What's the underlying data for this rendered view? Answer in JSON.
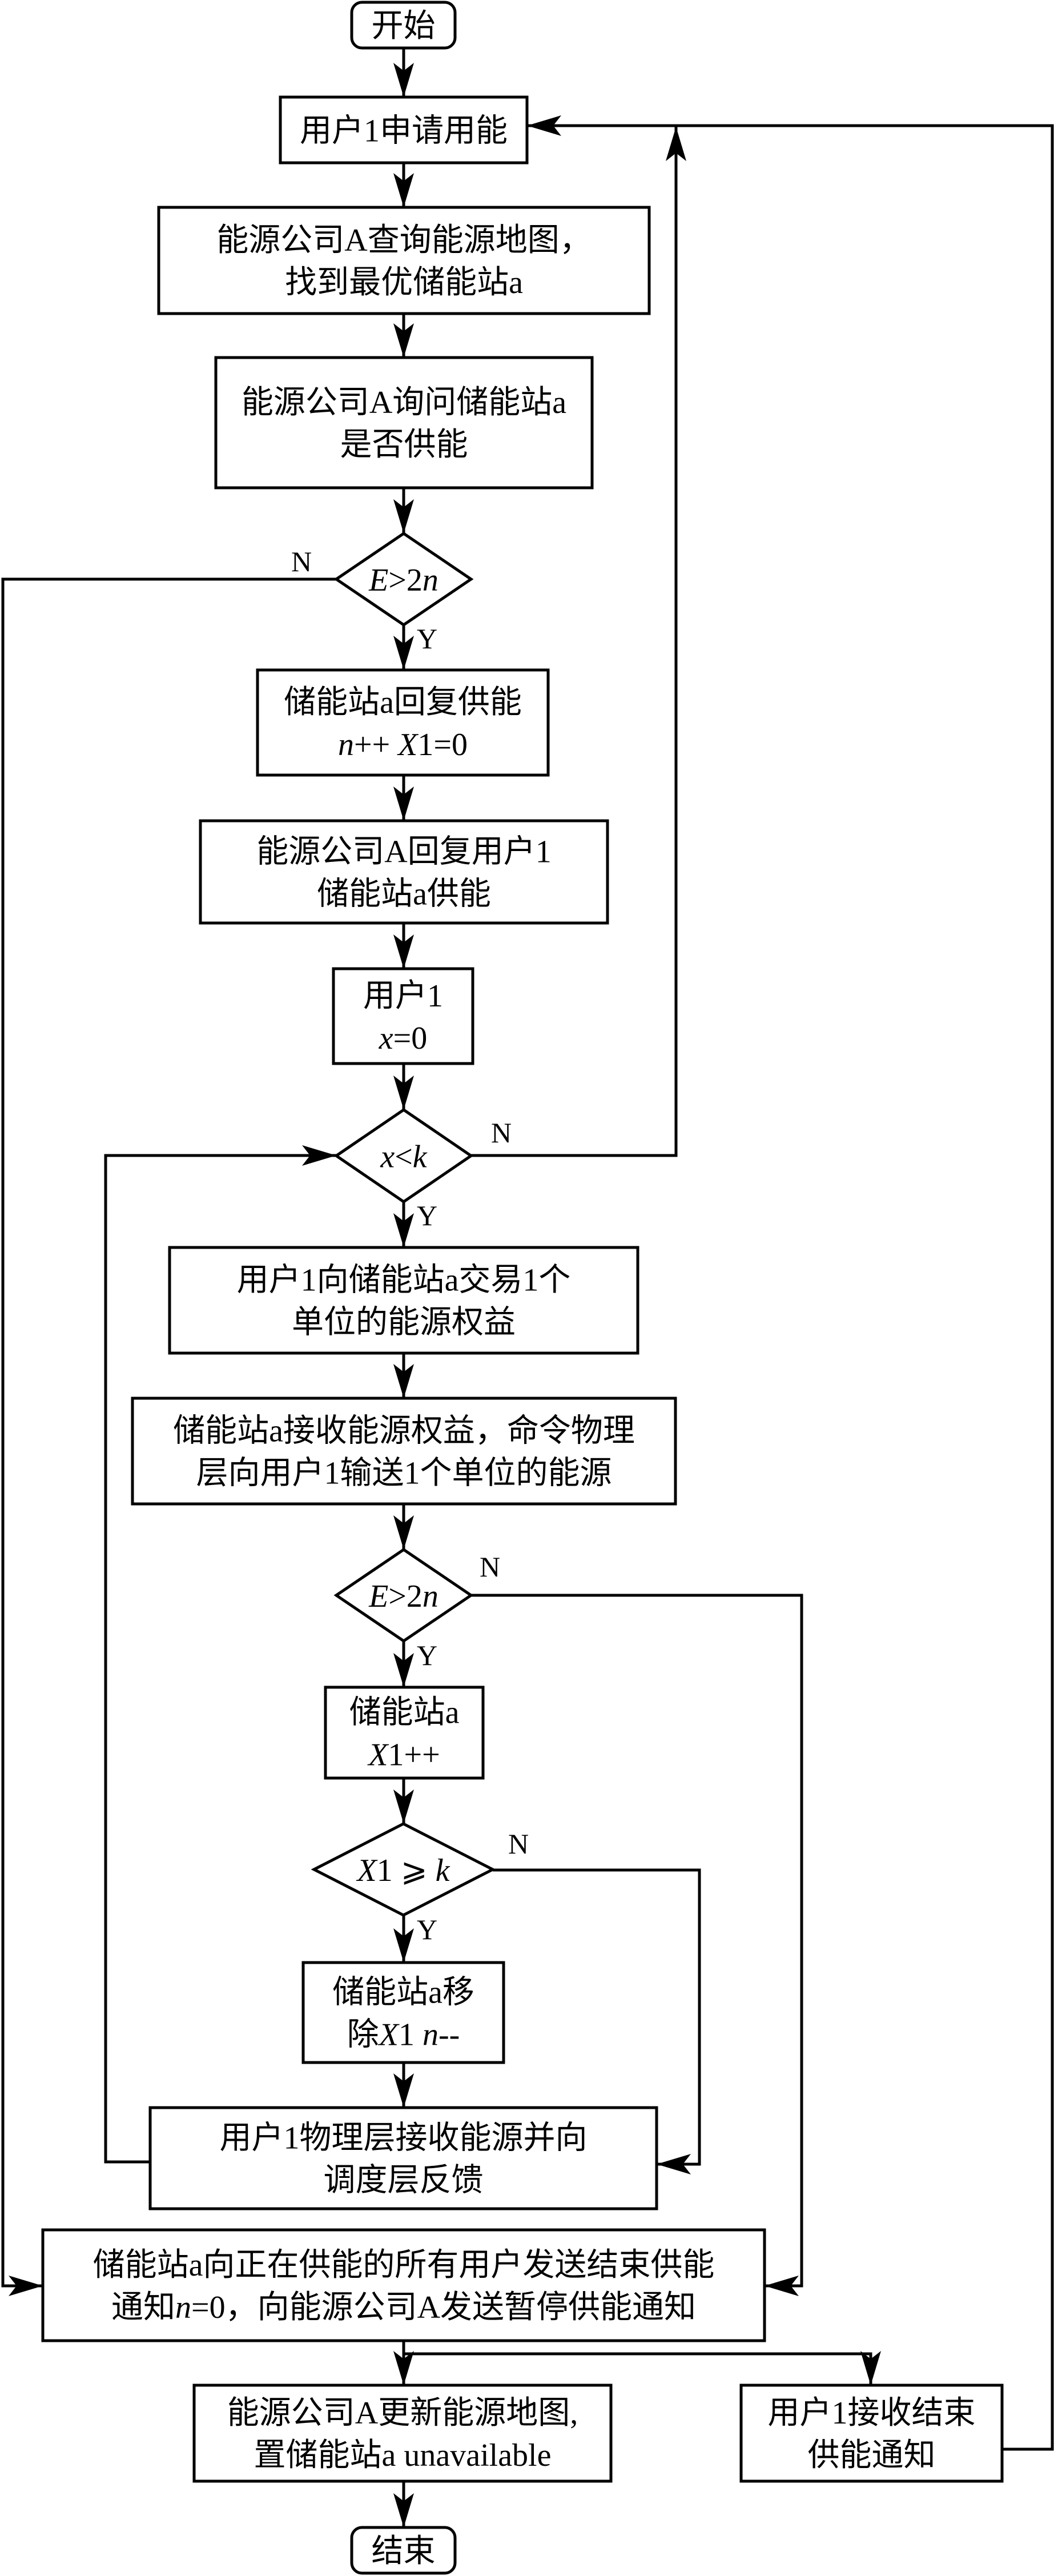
{
  "nodes": [
    {
      "id": "start",
      "shape": "terminal",
      "lines": [
        [
          {
            "t": "开始"
          }
        ]
      ]
    },
    {
      "id": "b1",
      "shape": "process",
      "lines": [
        [
          {
            "t": "用户1申请用能"
          }
        ]
      ]
    },
    {
      "id": "b2",
      "shape": "process",
      "lines": [
        [
          {
            "t": "能源公司A查询能源地图，"
          }
        ],
        [
          {
            "t": "找到最优储能站a"
          }
        ]
      ]
    },
    {
      "id": "b3",
      "shape": "process",
      "lines": [
        [
          {
            "t": "能源公司A询问储能站a"
          }
        ],
        [
          {
            "t": "是否供能"
          }
        ]
      ]
    },
    {
      "id": "d1",
      "shape": "decision",
      "lines": [
        [
          {
            "t": "E",
            "i": true
          },
          {
            "t": ">2"
          },
          {
            "t": "n",
            "i": true
          }
        ]
      ]
    },
    {
      "id": "b4",
      "shape": "process",
      "lines": [
        [
          {
            "t": "储能站a回复供能"
          }
        ],
        [
          {
            "t": "n",
            "i": true
          },
          {
            "t": "++  "
          },
          {
            "t": "X",
            "i": true
          },
          {
            "t": "1=0"
          }
        ]
      ]
    },
    {
      "id": "b5",
      "shape": "process",
      "lines": [
        [
          {
            "t": "能源公司A回复用户1"
          }
        ],
        [
          {
            "t": "储能站a供能"
          }
        ]
      ]
    },
    {
      "id": "b6",
      "shape": "process",
      "lines": [
        [
          {
            "t": "用户1"
          }
        ],
        [
          {
            "t": "x",
            "i": true
          },
          {
            "t": "=0"
          }
        ]
      ]
    },
    {
      "id": "d2",
      "shape": "decision",
      "lines": [
        [
          {
            "t": "x",
            "i": true
          },
          {
            "t": "<"
          },
          {
            "t": "k",
            "i": true
          }
        ]
      ]
    },
    {
      "id": "b7",
      "shape": "process",
      "lines": [
        [
          {
            "t": "用户1向储能站a交易1个"
          }
        ],
        [
          {
            "t": "单位的能源权益"
          }
        ]
      ]
    },
    {
      "id": "b8",
      "shape": "process",
      "lines": [
        [
          {
            "t": "储能站a接收能源权益，命令物理"
          }
        ],
        [
          {
            "t": "层向用户1输送1个单位的能源"
          }
        ]
      ]
    },
    {
      "id": "d3",
      "shape": "decision",
      "lines": [
        [
          {
            "t": "E",
            "i": true
          },
          {
            "t": ">2"
          },
          {
            "t": "n",
            "i": true
          }
        ]
      ]
    },
    {
      "id": "b9",
      "shape": "process",
      "lines": [
        [
          {
            "t": "储能站a"
          }
        ],
        [
          {
            "t": "X",
            "i": true
          },
          {
            "t": "1++"
          }
        ]
      ]
    },
    {
      "id": "d4",
      "shape": "decision",
      "lines": [
        [
          {
            "t": "X",
            "i": true
          },
          {
            "t": "1 ⩾ "
          },
          {
            "t": "k",
            "i": true
          }
        ]
      ]
    },
    {
      "id": "b10",
      "shape": "process",
      "lines": [
        [
          {
            "t": "储能站a移"
          }
        ],
        [
          {
            "t": "除"
          },
          {
            "t": "X",
            "i": true
          },
          {
            "t": "1  "
          },
          {
            "t": "n",
            "i": true
          },
          {
            "t": "--"
          }
        ]
      ]
    },
    {
      "id": "b11",
      "shape": "process",
      "lines": [
        [
          {
            "t": "用户1物理层接收能源并向"
          }
        ],
        [
          {
            "t": "调度层反馈"
          }
        ]
      ]
    },
    {
      "id": "b12",
      "shape": "process",
      "lines": [
        [
          {
            "t": "储能站a向正在供能的所有用户发送结束供能"
          }
        ],
        [
          {
            "t": "通知"
          },
          {
            "t": "n",
            "i": true
          },
          {
            "t": "=0，向能源公司A发送暂停供能通知"
          }
        ]
      ]
    },
    {
      "id": "b13",
      "shape": "process",
      "lines": [
        [
          {
            "t": "能源公司A更新能源地图,"
          }
        ],
        [
          {
            "t": "置储能站a unavailable"
          }
        ]
      ]
    },
    {
      "id": "b14",
      "shape": "process",
      "lines": [
        [
          {
            "t": "用户1接收结束"
          }
        ],
        [
          {
            "t": "供能通知"
          }
        ]
      ]
    },
    {
      "id": "end",
      "shape": "terminal",
      "lines": [
        [
          {
            "t": "结束"
          }
        ]
      ]
    }
  ],
  "branch_labels": {
    "yes": "Y",
    "no": "N"
  }
}
